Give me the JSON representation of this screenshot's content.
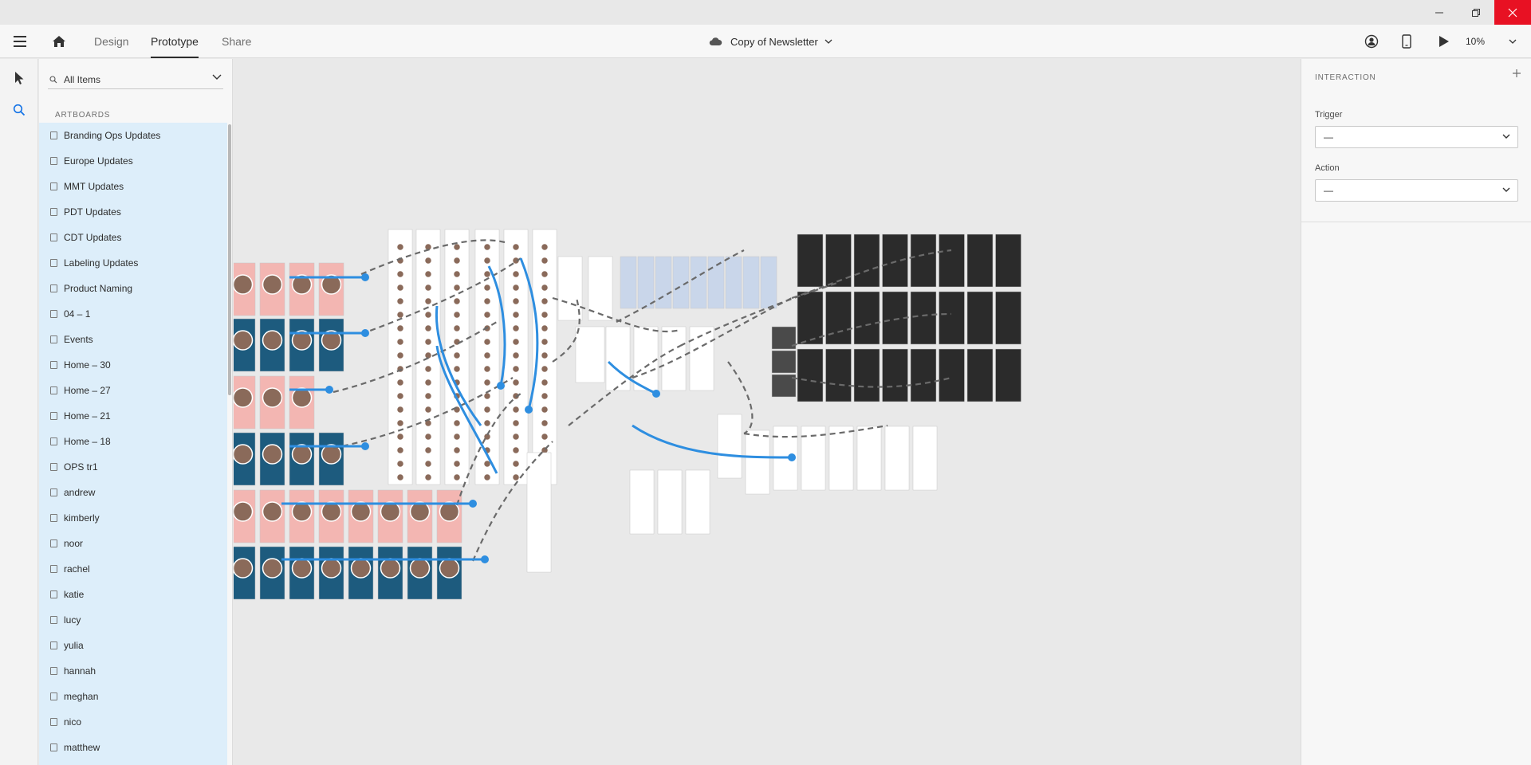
{
  "window": {
    "minimize_icon": "minimize-icon",
    "maximize_icon": "restore-icon",
    "close_icon": "close-icon",
    "close_color": "#e81123"
  },
  "appbar": {
    "tabs": [
      {
        "label": "Design",
        "active": false
      },
      {
        "label": "Prototype",
        "active": true
      },
      {
        "label": "Share",
        "active": false
      }
    ],
    "document_title": "Copy of Newsletter",
    "zoom": "10%"
  },
  "layers": {
    "filter_value": "All Items",
    "section_heading": "ARTBOARDS",
    "selection_color": "#ddeefa",
    "artboards": [
      "Branding Ops Updates",
      "Europe Updates",
      "MMT Updates",
      "PDT Updates",
      "CDT Updates",
      "Labeling Updates",
      "Product Naming",
      "04 – 1",
      "Events",
      "Home – 30",
      "Home – 27",
      "Home – 21",
      "Home – 18",
      "OPS tr1",
      "andrew",
      "kimberly",
      "noor",
      "rachel",
      "katie",
      "lucy",
      "yulia",
      "hannah",
      "meghan",
      "nico",
      "matthew"
    ]
  },
  "inspector": {
    "title": "INTERACTION",
    "trigger_label": "Trigger",
    "trigger_value": "—",
    "action_label": "Action",
    "action_value": "—"
  },
  "colors": {
    "wire_blue": "#2e8ee0",
    "wire_gray": "#6a6a6a",
    "pink_card": "#f3b6b2",
    "navy_card": "#1d5b7e",
    "dark_card": "#2b2b2b"
  }
}
